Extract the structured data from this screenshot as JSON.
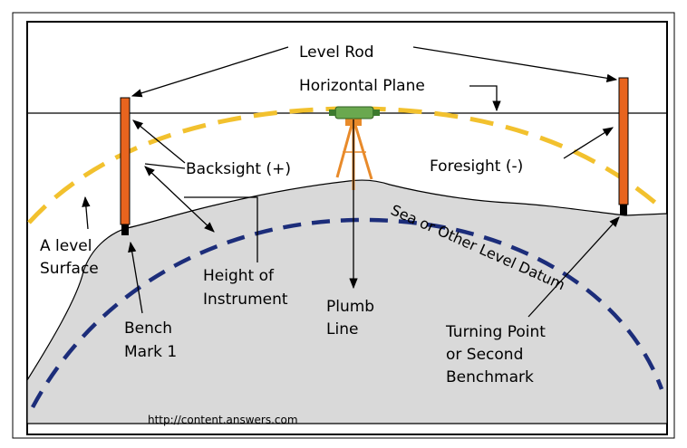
{
  "labels": {
    "level_rod": "Level Rod",
    "horizontal_plane": "Horizontal Plane",
    "backsight": "Backsight (+)",
    "foresight": "Foresight (-)",
    "level_surface_1": "A level",
    "level_surface_2": "Surface",
    "height_instrument_1": "Height of",
    "height_instrument_2": "Instrument",
    "plumb_line_1": "Plumb",
    "plumb_line_2": "Line",
    "bench_mark_1": "Bench",
    "bench_mark_2": "Mark 1",
    "datum": "Sea or Other Level Datum",
    "turning_point_1": "Turning Point",
    "turning_point_2": "or Second",
    "turning_point_3": "Benchmark",
    "source": "http://content.answers.com"
  },
  "colors": {
    "ground": "#d9d9d9",
    "level_surface": "#f2c12e",
    "datum": "#1c2d7a",
    "rod": "#e8641e",
    "tripod": "#e88a2a",
    "instrument": "#6aa84f"
  }
}
